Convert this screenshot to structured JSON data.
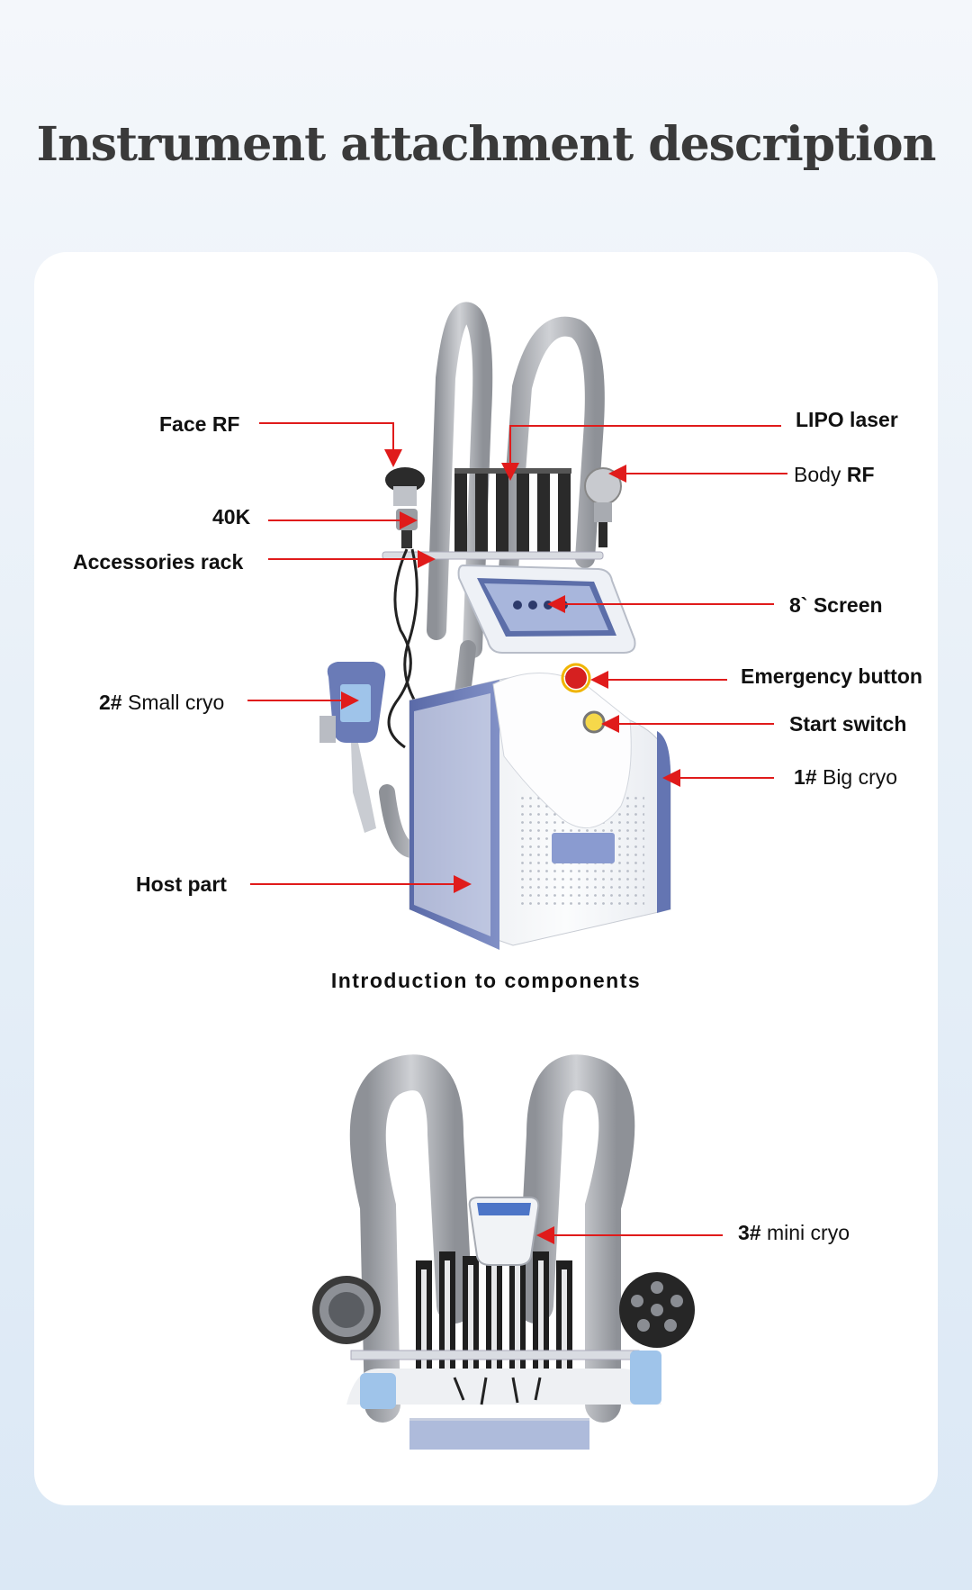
{
  "title": "Instrument attachment description",
  "caption": "Introduction to components",
  "labels": {
    "face_rf": "Face RF",
    "k40": "40K",
    "accessories_rack": "Accessories rack",
    "small_cryo_num": "2#",
    "small_cryo_text": " Small cryo",
    "host_part": "Host part",
    "lipo_laser": "LIPO laser",
    "body_rf_a": "Body ",
    "body_rf_b": "RF",
    "screen": "8` Screen",
    "emergency": "Emergency button",
    "start_switch": "Start switch",
    "big_cryo_num": "1#",
    "big_cryo_text": " Big cryo",
    "mini_cryo_num": "3#",
    "mini_cryo_text": " mini cryo"
  },
  "colors": {
    "arrow": "#e01b1b",
    "machine_blue": "#6f80b8",
    "handle_gray": "#a7aab0",
    "body_white": "#f1f3f6"
  },
  "icons": [
    "arrow-right-icon",
    "arrow-left-icon",
    "arrow-down-icon"
  ]
}
